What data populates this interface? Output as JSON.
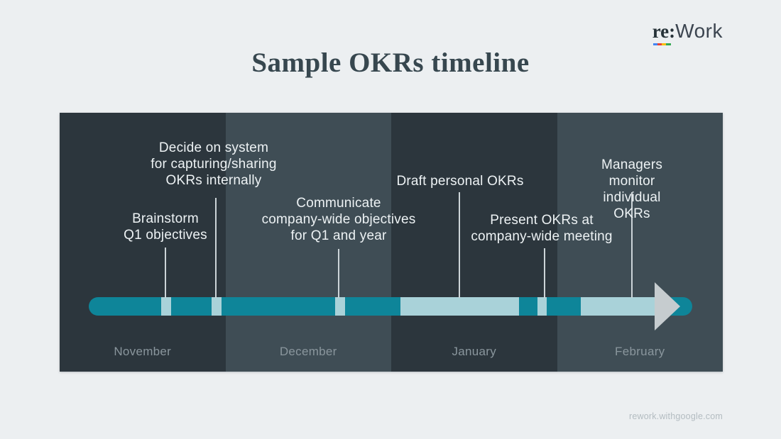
{
  "title": "Sample OKRs timeline",
  "logo": {
    "re": "re:",
    "work": "Work",
    "underline_colors": [
      "#4285f4",
      "#ea4335",
      "#fbbc05",
      "#34a853"
    ]
  },
  "footer": {
    "url": "rework.withgoogle.com"
  },
  "timeline": {
    "months": [
      {
        "label": "November"
      },
      {
        "label": "December"
      },
      {
        "label": "January"
      },
      {
        "label": "February"
      }
    ],
    "events": [
      {
        "label": "Brainstorm\nQ1 objectives",
        "month": "November"
      },
      {
        "label": "Decide on system\nfor capturing/sharing\nOKRs internally",
        "month": "November"
      },
      {
        "label": "Communicate\ncompany-wide objectives\nfor Q1 and year",
        "month": "December"
      },
      {
        "label": "Draft personal OKRs",
        "month": "January"
      },
      {
        "label": "Present OKRs at\ncompany-wide meeting",
        "month": "January"
      },
      {
        "label": "Managers monitor\nindividual OKRs",
        "month": "February"
      }
    ],
    "colors": {
      "page_background": "#eceff1",
      "column_dark": "#2c363d",
      "column_light": "#3f4d55",
      "bar_teal": "#0e8599",
      "segment_light": "#a9d2d9",
      "arrowhead": "#c6cccf",
      "event_text": "#edf2f4",
      "month_text": "#8a969d",
      "title_text": "#37474f"
    }
  }
}
